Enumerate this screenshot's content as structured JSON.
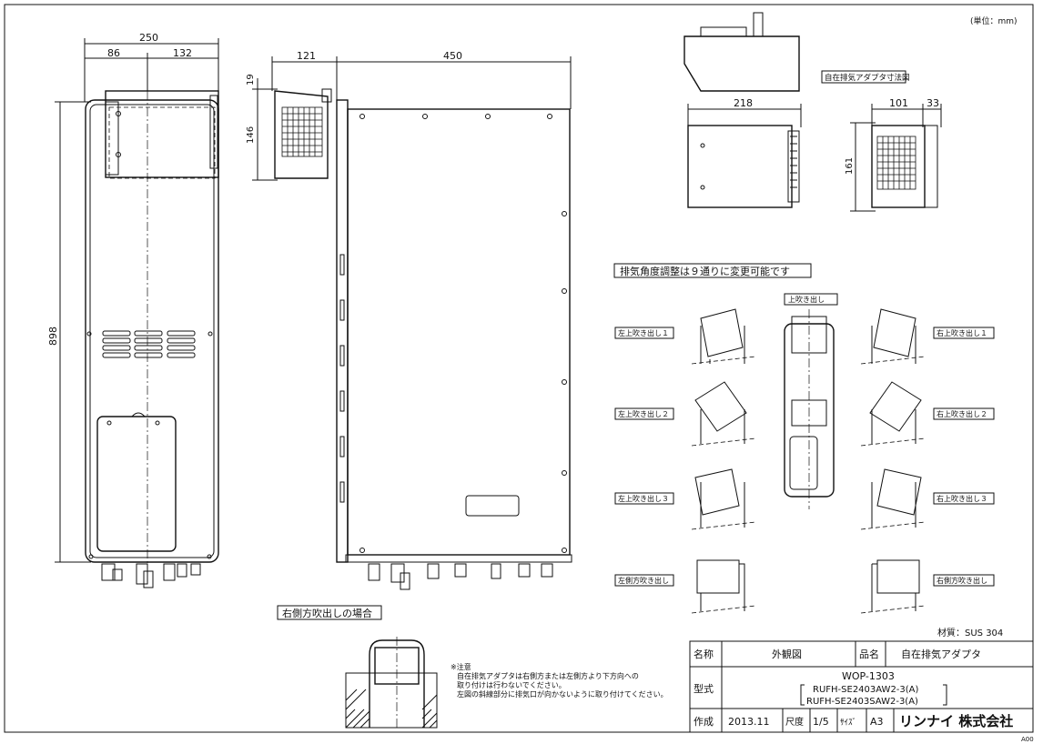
{
  "sheet": {
    "unit_note": "(単位：mm)",
    "sheet_code": "A00",
    "material": "材質：SUS 304"
  },
  "dimensions": {
    "front_total_width": "250",
    "front_left_offset": "86",
    "front_right_offset": "132",
    "total_height": "898",
    "adapter_depth": "121",
    "unit_depth": "450",
    "adapter_top_offset": "19",
    "adapter_height": "146",
    "detail_width": "218",
    "detail_side_width": "101",
    "detail_side_offset": "33",
    "detail_height": "161"
  },
  "labels": {
    "adapter_detail_title": "自在排気アダプタ寸法図",
    "angle_title": "排気角度調整は９通りに変更可能です",
    "top_blow": "上吹き出し",
    "left_up_1": "左上吹き出し１",
    "left_up_2": "左上吹き出し２",
    "left_up_3": "左上吹き出し３",
    "left_side": "左側方吹き出し",
    "right_up_1": "右上吹き出し１",
    "right_up_2": "右上吹き出し２",
    "right_up_3": "右上吹き出し３",
    "right_side": "右側方吹き出し",
    "right_side_case": "右側方吹出しの場合"
  },
  "notes": {
    "title": "※注意",
    "line1": "自在排気アダプタは右側方または左側方より下方向への",
    "line2": "取り付けは行わないでください。",
    "line3": "左図の斜線部分に排気口が向かないように取り付けてください。"
  },
  "title_block": {
    "name_label": "名称",
    "name_value": "外観図",
    "product_label": "品名",
    "product_value": "自在排気アダプタ",
    "model_label": "型式",
    "model_main": "WOP-1303",
    "model_sub1": "RUFH-SE2403AW2-3(A)",
    "model_sub2": "RUFH-SE2403SAW2-3(A)",
    "made_label": "作成",
    "made_value": "2013.11",
    "scale_label": "尺度",
    "scale_value": "1/5",
    "size_label": "ｻｲｽﾞ",
    "size_value": "A3",
    "company": "リンナイ 株式会社"
  }
}
